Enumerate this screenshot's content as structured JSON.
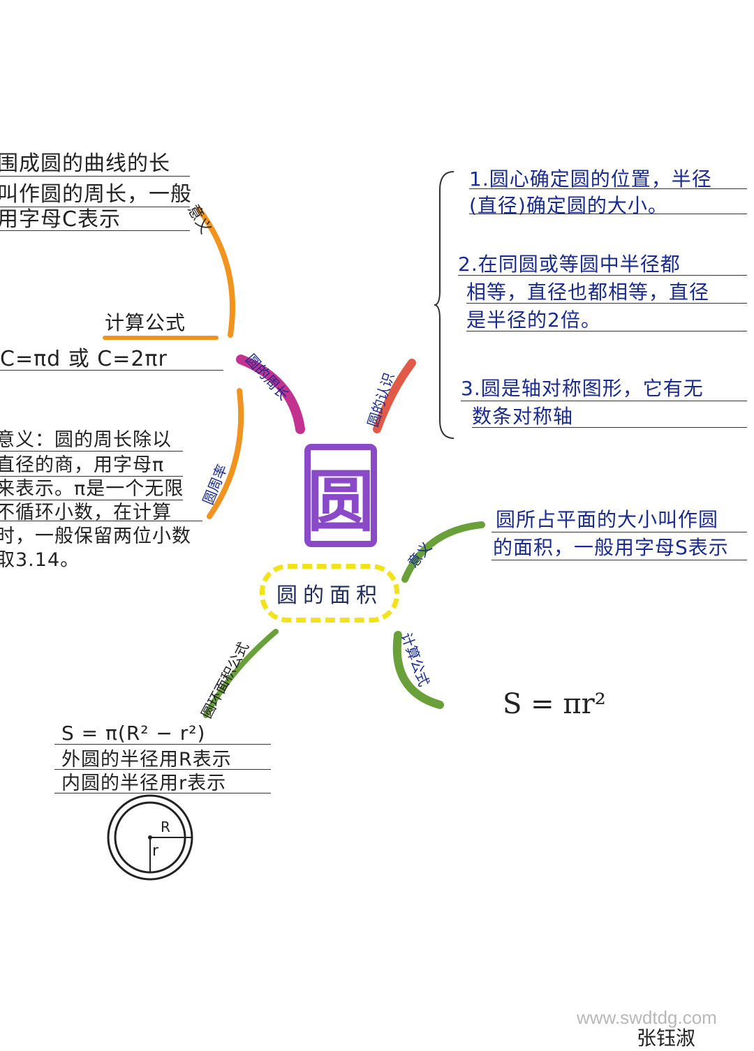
{
  "center": {
    "title": "圆"
  },
  "branches": {
    "perimeter": {
      "label": "圆的周长",
      "definition": {
        "label": "意义",
        "lines": [
          "围成圆的曲线的长",
          "叫作圆的周长，一般",
          "用字母C表示"
        ]
      },
      "formula": {
        "label": "计算公式",
        "text": "C=πd 或 C=2πr"
      },
      "pi": {
        "label": "圆周率",
        "lines": [
          "意义：圆的周长除以",
          "直径的商，用字母π",
          "来表示。π是一个无限",
          "不循环小数，在计算",
          "时，一般保留两位小数",
          "取3.14。"
        ]
      }
    },
    "meaning": {
      "label": "圆的认识",
      "lines": [
        "1.圆心确定圆的位置，半径",
        "(直径)确定圆的大小。",
        "2.在同圆或等圆中半径都",
        "相等，直径也都相等，直径",
        "是半径的2倍。",
        "3.圆是轴对称图形，它有无",
        "数条对称轴"
      ]
    },
    "area": {
      "label": "圆的面积",
      "definition": {
        "label": "意义",
        "lines": [
          "圆所占平面的大小叫作圆",
          "的面积，一般用字母S表示"
        ]
      },
      "formula": {
        "label": "计算公式",
        "text": "S = πr²"
      },
      "ring": {
        "label": "圆环面积公式",
        "lines": [
          "S = π(R² − r²)",
          "外圆的半径用R表示",
          "内圆的半径用r表示"
        ],
        "outer_radius_label": "R",
        "inner_radius_label": "r"
      }
    }
  },
  "colors": {
    "orange": "#f0931f",
    "magenta": "#c2338f",
    "red": "#e05a47",
    "green": "#6aa03a",
    "purple": "#8a49c7",
    "yellow": "#f2e21a",
    "blue_ink": "#1a2b8f"
  },
  "watermark": "www.swdtdg.com",
  "signature": "张钰淑"
}
